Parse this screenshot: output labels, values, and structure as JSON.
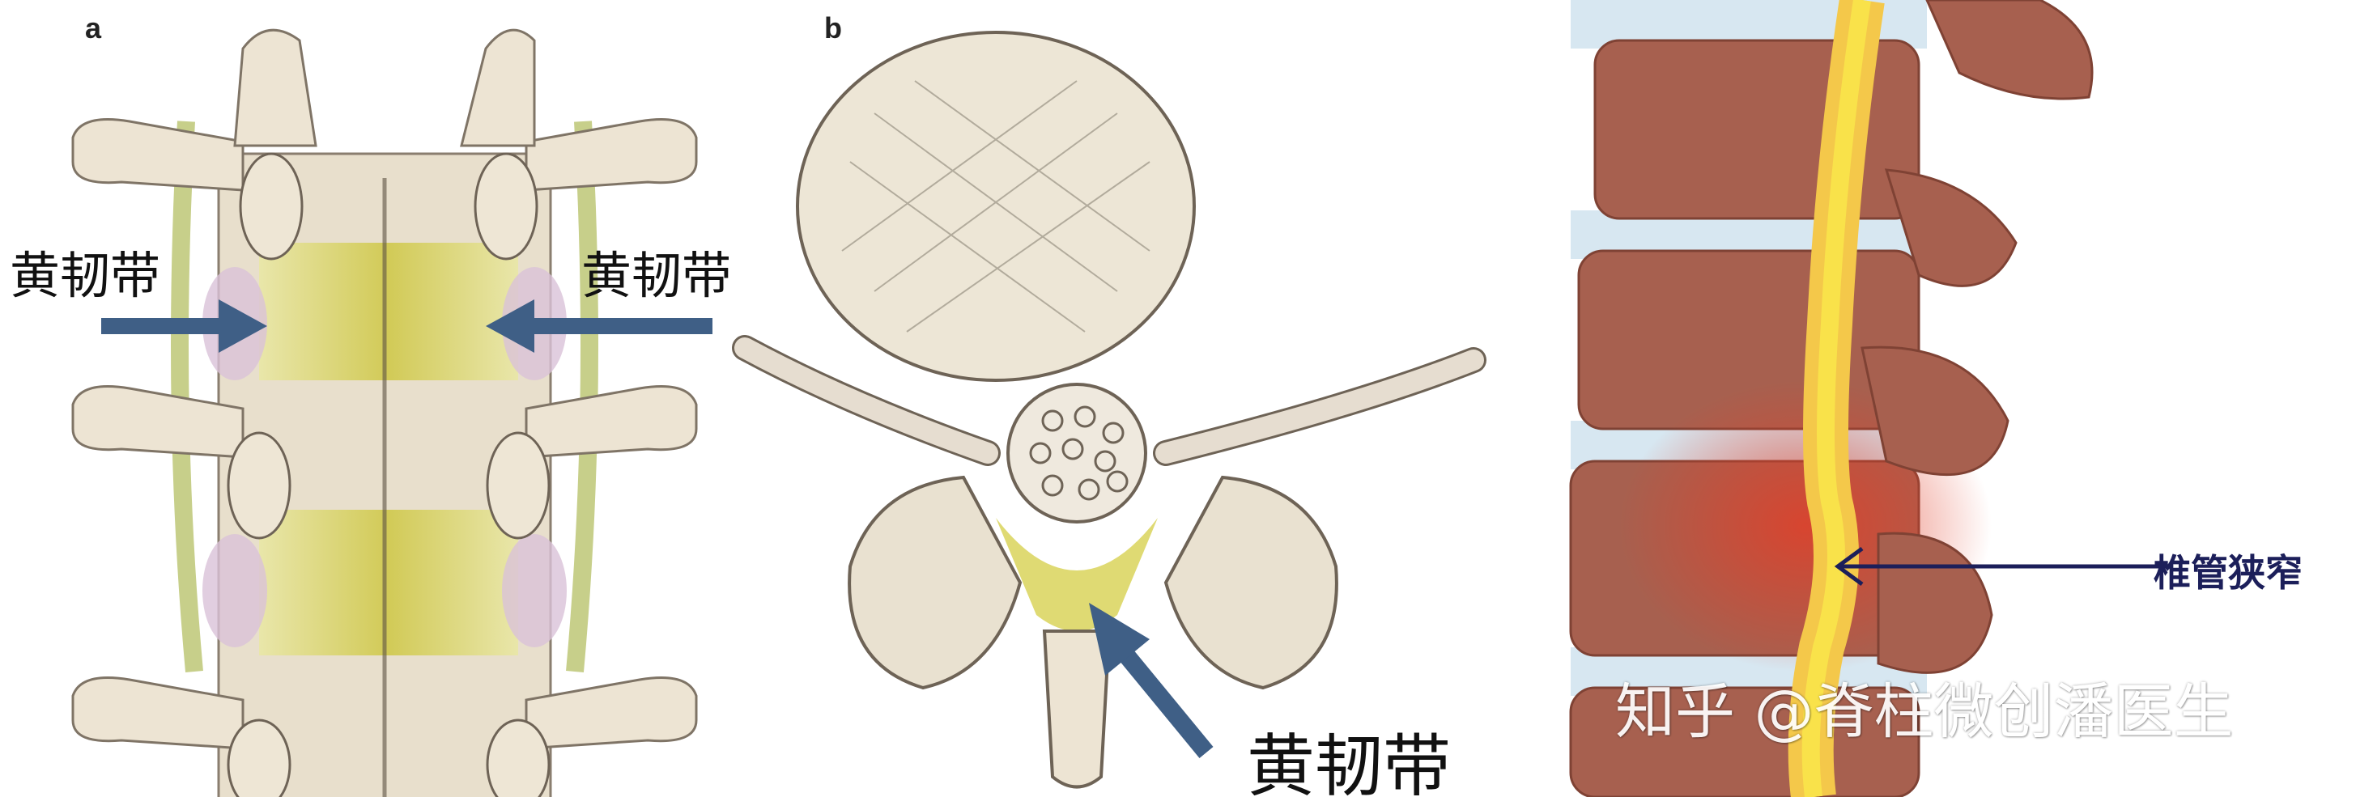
{
  "panels": {
    "a": {
      "letter": "a",
      "label_left": "黄韧带",
      "label_right": "黄韧带"
    },
    "b": {
      "letter": "b",
      "label": "黄韧带"
    },
    "c": {
      "label": "椎管狭窄",
      "watermark": "知乎 @脊柱微创潘医生"
    }
  },
  "colors": {
    "bone": "#ece3d2",
    "bone_outline": "#7a6f62",
    "ligament": "#d9d45a",
    "arrow": "#3f5f86",
    "vertebra": "#a7604f",
    "disc": "#cfe2ee",
    "nerve": "#f2d21e",
    "inflammation": "#e0402a",
    "label_c": "#1c1f5a"
  }
}
